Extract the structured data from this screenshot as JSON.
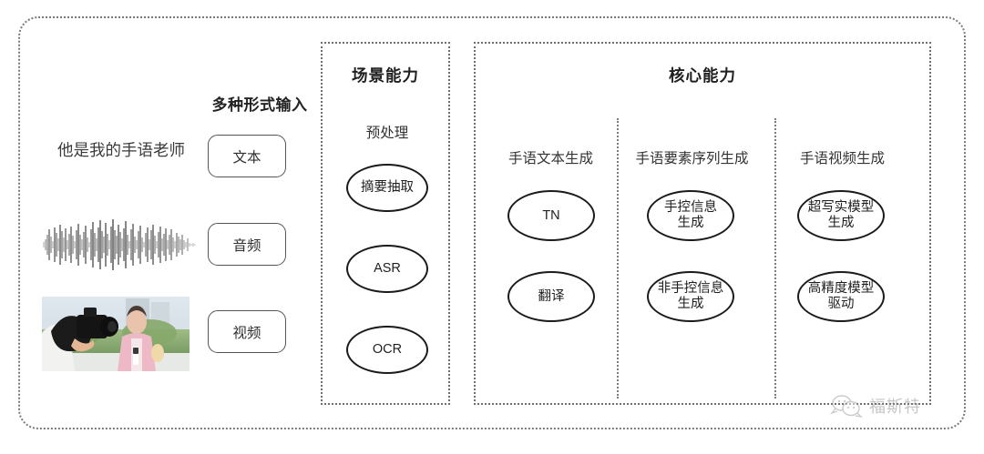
{
  "diagram": {
    "input_section": {
      "title": "多种形式输入",
      "sample_text": "他是我的手语老师",
      "waveform_name": "audio-waveform",
      "video_thumbnail_name": "video-thumbnail",
      "buttons": [
        {
          "label": "文本"
        },
        {
          "label": "音频"
        },
        {
          "label": "视频"
        }
      ]
    },
    "scene_panel": {
      "title": "场景能力",
      "column_label": "预处理",
      "nodes": [
        {
          "label": "摘要抽取"
        },
        {
          "label": "ASR"
        },
        {
          "label": "OCR"
        }
      ]
    },
    "core_panel": {
      "title": "核心能力",
      "columns": [
        {
          "label": "手语文本生成",
          "nodes": [
            {
              "label": "TN"
            },
            {
              "label": "翻译"
            }
          ]
        },
        {
          "label": "手语要素序列生成",
          "nodes": [
            {
              "label": "手控信息\n生成"
            },
            {
              "label": "非手控信息\n生成"
            }
          ]
        },
        {
          "label": "手语视频生成",
          "nodes": [
            {
              "label": "超写实模型\n生成"
            },
            {
              "label": "高精度模型\n驱动"
            }
          ]
        }
      ]
    },
    "watermark": {
      "text": "福斯特",
      "icon": "wechat-bubbles-icon"
    },
    "colors": {
      "border_dotted": "#6e6e6e",
      "ellipse_stroke": "#1a1a1a",
      "text": "#1f1f1f",
      "background": "#ffffff"
    }
  }
}
